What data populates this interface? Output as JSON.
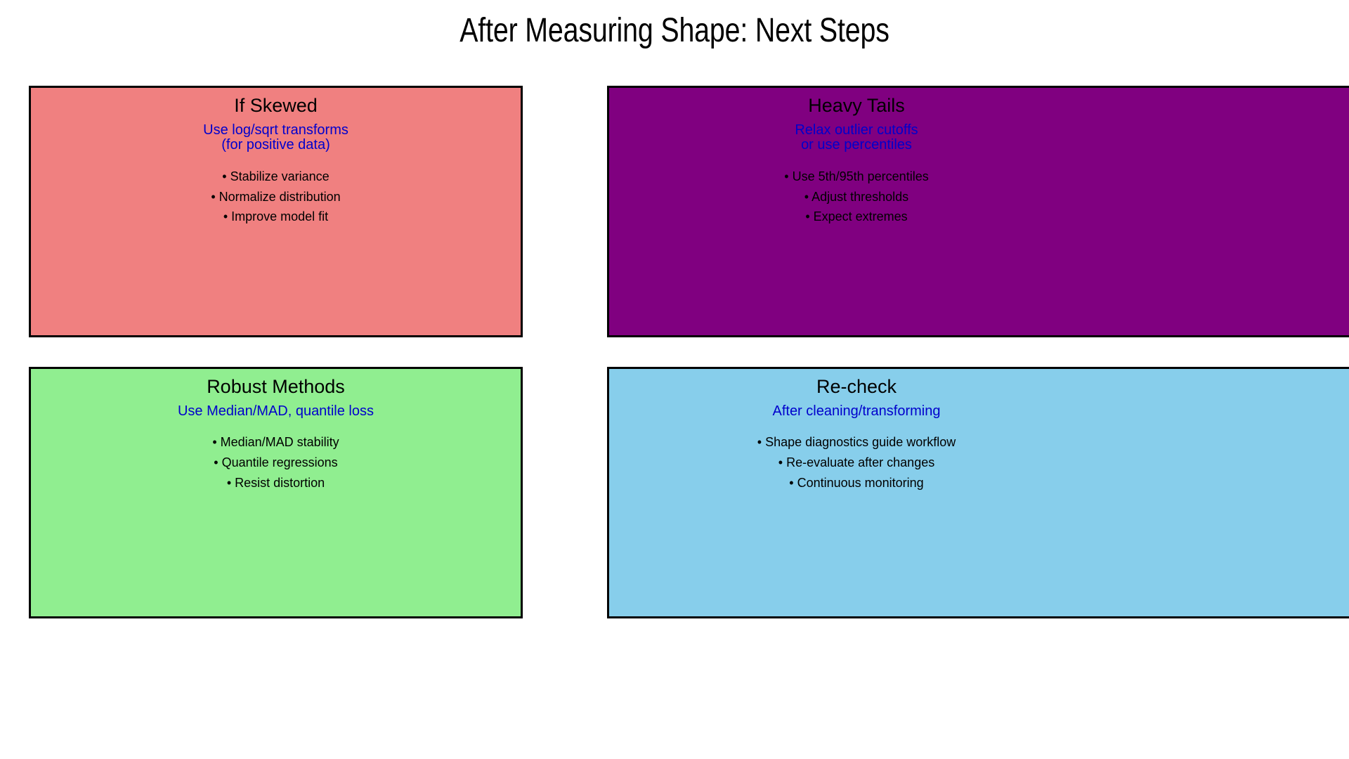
{
  "title": "After Measuring Shape: Next Steps",
  "colors": {
    "background": "#ffffff",
    "border": "#000000",
    "title_text": "#000000",
    "panel_title_text": "#000000",
    "subtitle_text": "#0000cc",
    "bullet_text": "#000000",
    "skewed_fill": "#f08080",
    "heavy_tails_fill": "#800080",
    "robust_fill": "#90ee90",
    "recheck_fill": "#87ceeb"
  },
  "panels": [
    {
      "id": "skewed",
      "title": "If Skewed",
      "subtitle": "Use log/sqrt transforms\n(for positive data)",
      "bullets": [
        "• Stabilize variance",
        "• Normalize distribution",
        "• Improve model fit"
      ]
    },
    {
      "id": "heavy-tails",
      "title": "Heavy Tails",
      "subtitle": "Relax outlier cutoffs\nor use percentiles",
      "bullets": [
        "• Use 5th/95th percentiles",
        "• Adjust thresholds",
        "• Expect extremes"
      ]
    },
    {
      "id": "robust",
      "title": "Robust Methods",
      "subtitle": "Use Median/MAD, quantile loss",
      "bullets": [
        "• Median/MAD stability",
        "• Quantile regressions",
        "• Resist distortion"
      ]
    },
    {
      "id": "recheck",
      "title": "Re-check",
      "subtitle": "After cleaning/transforming",
      "bullets": [
        "• Shape diagnostics guide workflow",
        "• Re-evaluate after changes",
        "• Continuous monitoring"
      ]
    }
  ]
}
